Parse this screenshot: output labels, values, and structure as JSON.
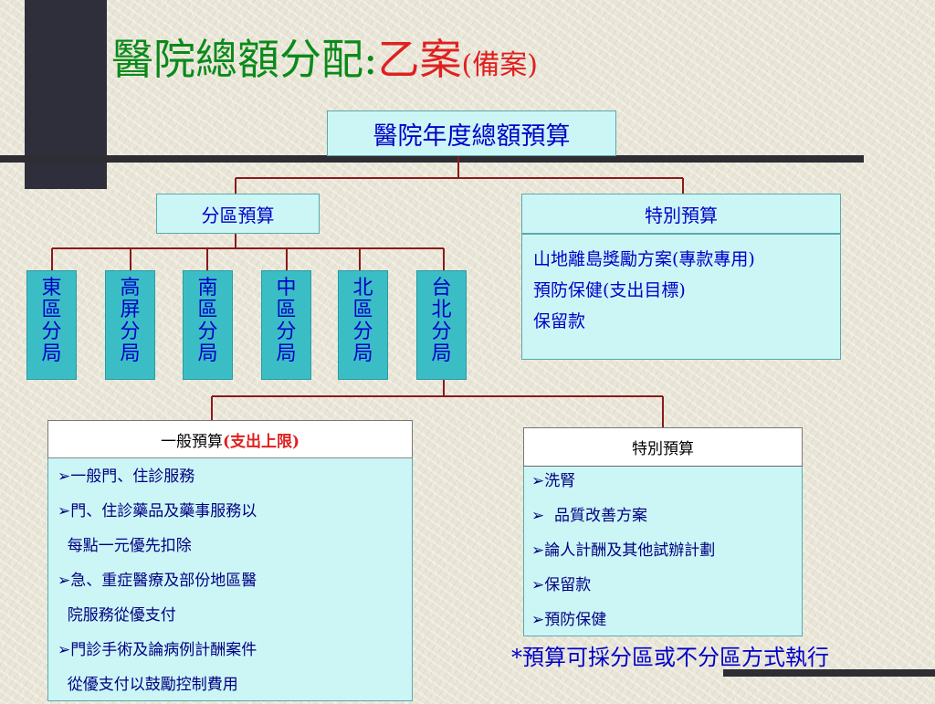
{
  "title": {
    "main": "醫院總額分配:",
    "accent": "乙案",
    "sub": "(備案)"
  },
  "top_box": "醫院年度總額預算",
  "regional_budget": "分區預算",
  "special_budget": {
    "label": "特別預算",
    "items": [
      "山地離島獎勵方案(專款專用)",
      "預防保健(支出目標)",
      "保留款"
    ]
  },
  "branches": [
    {
      "name": "東區分局",
      "chars": [
        "東",
        "區",
        "分",
        "局"
      ]
    },
    {
      "name": "高屏分局",
      "chars": [
        "高",
        "屏",
        "分",
        "局"
      ]
    },
    {
      "name": "南區分局",
      "chars": [
        "南",
        "區",
        "分",
        "局"
      ]
    },
    {
      "name": "中區分局",
      "chars": [
        "中",
        "區",
        "分",
        "局"
      ]
    },
    {
      "name": "北區分局",
      "chars": [
        "北",
        "區",
        "分",
        "局"
      ]
    },
    {
      "name": "台北分局",
      "chars": [
        "台",
        "北",
        "分",
        "局"
      ]
    }
  ],
  "general_budget": {
    "label": "一般預算",
    "accent": "(支出上限)",
    "lines": [
      "➢一般門、住診服務",
      "➢門、住診藥品及藥事服務以",
      "  每點一元優先扣除",
      "➢急、重症醫療及部份地區醫",
      "  院服務從優支付",
      "➢門診手術及論病例計酬案件",
      "  從優支付以鼓勵控制費用"
    ]
  },
  "branch_special_budget": {
    "label": "特別預算",
    "lines": [
      "➢洗腎",
      "➢  品質改善方案",
      "➢論人計酬及其他試辦計劃",
      "➢保留款",
      "➢預防保健"
    ]
  },
  "note": "*預算可採分區或不分區方式執行",
  "colors": {
    "title": "#0a8a1a",
    "accent": "#e02020",
    "connector": "#8b1a1a",
    "box_fill": "#ccf6f6",
    "branch_fill": "#3bbdc6",
    "text_blue": "#0000c8"
  }
}
